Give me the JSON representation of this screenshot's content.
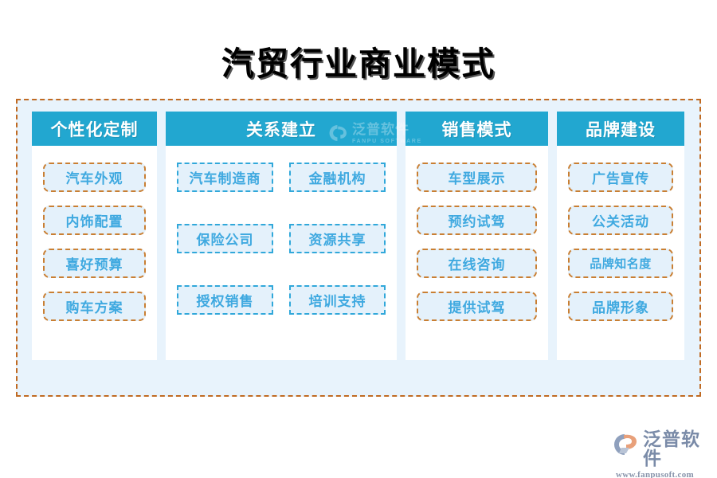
{
  "page": {
    "title": "汽贸行业商业模式",
    "background_color": "#ffffff",
    "frame_border_color": "#c06a22",
    "frame_fill_color": "#e8f3fc",
    "header_color": "#22a7d0",
    "chip_fill_color": "#e4f1fb",
    "chip_text_color": "#3fa9e0",
    "chip_border_orange": "#c97f33",
    "chip_border_blue": "#31a8da"
  },
  "columns": [
    {
      "id": "personalization",
      "header": "个性化定制",
      "layout": "single",
      "chip_style": "orange",
      "items": [
        {
          "label": "汽车外观"
        },
        {
          "label": "内饰配置"
        },
        {
          "label": "喜好预算"
        },
        {
          "label": "购车方案"
        }
      ]
    },
    {
      "id": "relationship",
      "header": "关系建立",
      "layout": "grid",
      "chip_style": "blue",
      "items": [
        {
          "label": "汽车制造商"
        },
        {
          "label": "金融机构"
        },
        {
          "label": "保险公司"
        },
        {
          "label": "资源共享"
        },
        {
          "label": "授权销售"
        },
        {
          "label": "培训支持"
        }
      ]
    },
    {
      "id": "sales-model",
      "header": "销售模式",
      "layout": "single",
      "chip_style": "orange",
      "items": [
        {
          "label": "车型展示"
        },
        {
          "label": "预约试驾"
        },
        {
          "label": "在线咨询"
        },
        {
          "label": "提供试驾"
        }
      ]
    },
    {
      "id": "brand-building",
      "header": "品牌建设",
      "layout": "single",
      "chip_style": "orange",
      "items": [
        {
          "label": "广告宣传"
        },
        {
          "label": "公关活动"
        },
        {
          "label": "品牌知名度"
        },
        {
          "label": "品牌形象"
        }
      ]
    }
  ],
  "watermark": {
    "icon": "fanpu-logo-icon",
    "name_cn": "泛普软件",
    "name_en": "FANPU SOFTWARE"
  },
  "logo": {
    "icon": "fanpu-logo-icon",
    "name_cn": "泛普软件",
    "url": "www.fanpusoft.com"
  }
}
